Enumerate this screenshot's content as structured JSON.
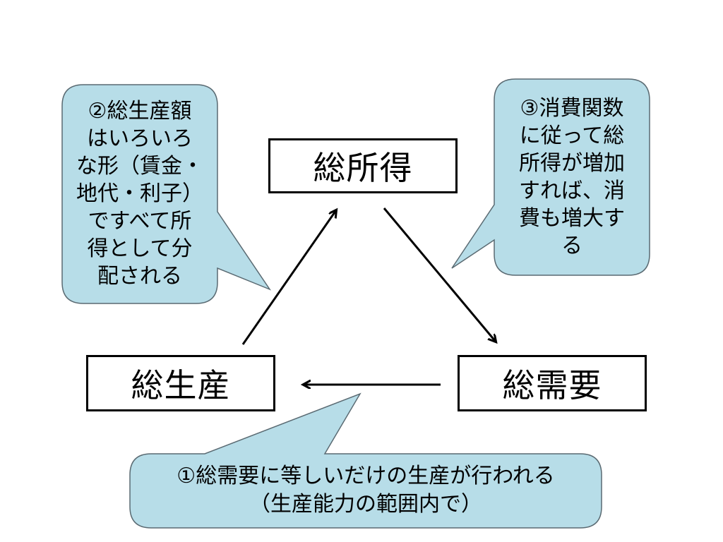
{
  "nodes": {
    "income": "総所得",
    "production": "総生産",
    "demand": "総需要"
  },
  "callouts": {
    "c1": "①総需要に等しいだけの生産が行われる\n（生産能力の範囲内で）",
    "c2": "②総生産額\nはいろいろ\nな形（賃金・\n地代・利子）\nですべて所\n得として分\n配される",
    "c3": "③消費関数\nに従って総\n所得が増加\nすれば、消\n費も増大す\nる"
  },
  "colors": {
    "callout_fill": "#b7dde8",
    "callout_stroke": "#5a6a72",
    "line": "#000000"
  }
}
